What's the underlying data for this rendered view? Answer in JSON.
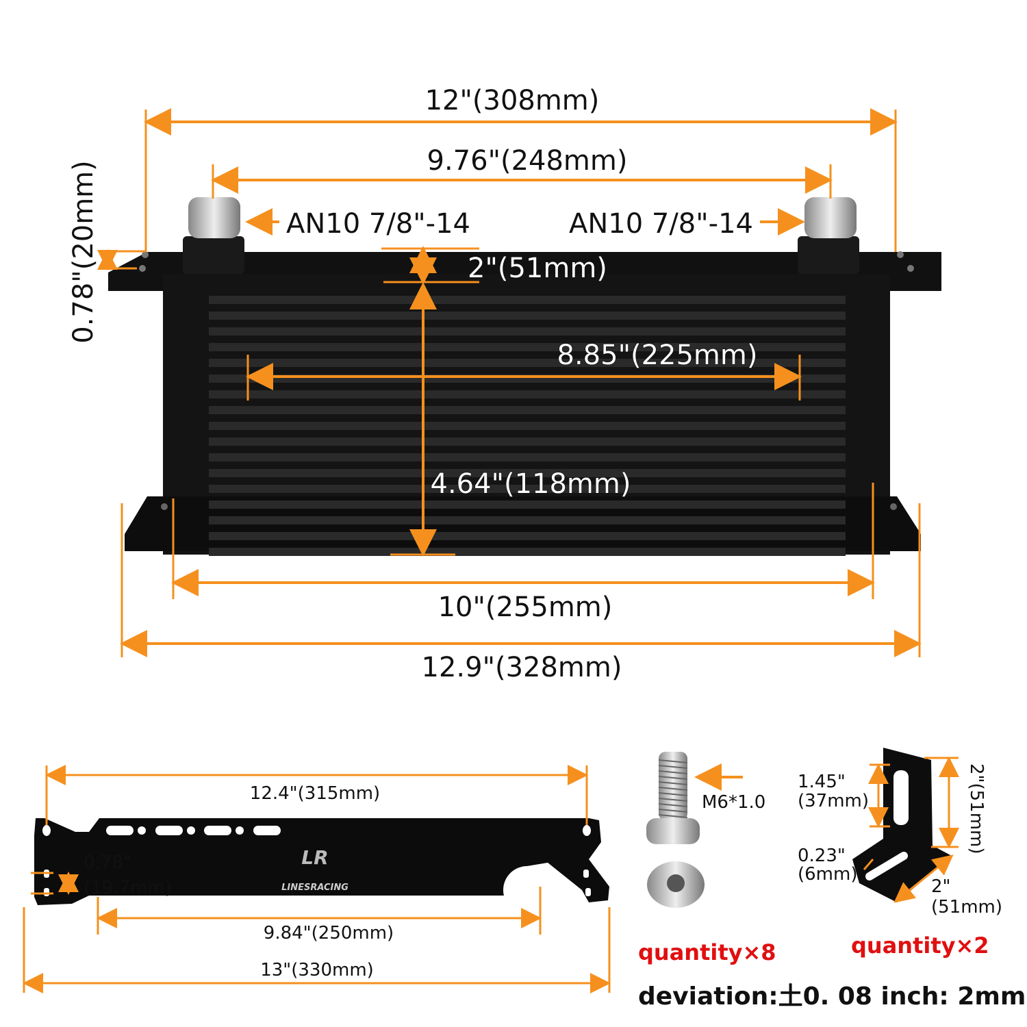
{
  "cooler": {
    "overall_width": "12\"(308mm)",
    "fitting_spacing": "9.76\"(248mm)",
    "fitting_left": "AN10  7/8\"-14",
    "fitting_right": "AN10  7/8\"-14",
    "flange_thickness": "0.78\"(20mm)",
    "top_gap": "2\"(51mm)",
    "core_width": "8.85\"(225mm)",
    "core_height": "4.64\"(118mm)",
    "body_width": "10\"(255mm)",
    "base_width": "12.9\"(328mm)"
  },
  "bracket": {
    "hole_spacing": "12.4\"(315mm)",
    "slot_height_in": "0.78\"",
    "slot_height_mm": "(19.7mm)",
    "inner_width": "9.84\"(250mm)",
    "overall_width": "13\"(330mm)",
    "logo_text": "LINESRACING"
  },
  "hardware": {
    "bolt_spec": "M6*1.0",
    "bolt_quantity": "quantity×8",
    "l_bracket_quantity": "quantity×2",
    "l_height_in": "1.45\"",
    "l_height_mm": "(37mm)",
    "l_total_height": "2\"(51mm)",
    "l_thickness_in": "0.23\"",
    "l_thickness_mm": "(6mm)",
    "l_width_in": "2\"",
    "l_width_mm": "(51mm)"
  },
  "deviation": "deviation:土0. 08 inch: 2mm",
  "colors": {
    "dimension": "#f5901e",
    "quantity": "#e01010"
  }
}
